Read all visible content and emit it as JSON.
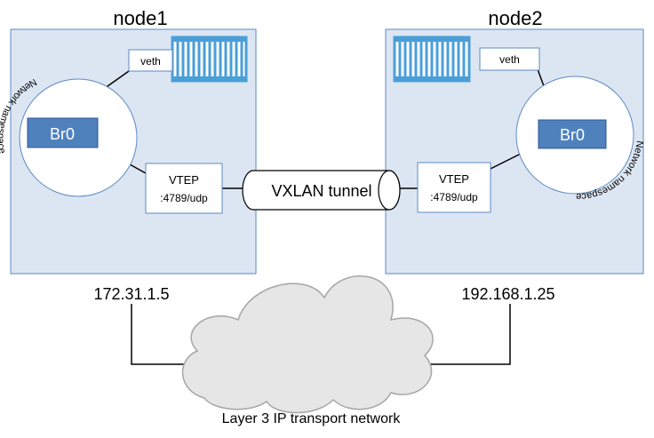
{
  "nodes": [
    {
      "title": "node1",
      "ip": "172.31.1.5",
      "veth": "veth",
      "bridge": "Br0",
      "vtep_title": "VTEP",
      "vtep_port": ":4789/udp",
      "namespace": "Network namespace"
    },
    {
      "title": "node2",
      "ip": "192.168.1.25",
      "veth": "veth",
      "bridge": "Br0",
      "vtep_title": "VTEP",
      "vtep_port": ":4789/udp",
      "namespace": "Network namespace"
    }
  ],
  "tunnel": {
    "label": "VXLAN tunnel"
  },
  "network": {
    "label": "Layer 3 IP transport network"
  },
  "colors": {
    "node_fill": "#dce6f2",
    "node_border": "#5b89c4",
    "bridge_fill": "#4f81bd",
    "container": "#4a9fd8",
    "cloud_fill": "#e6e6e6",
    "cloud_border": "#a6a6a6"
  }
}
